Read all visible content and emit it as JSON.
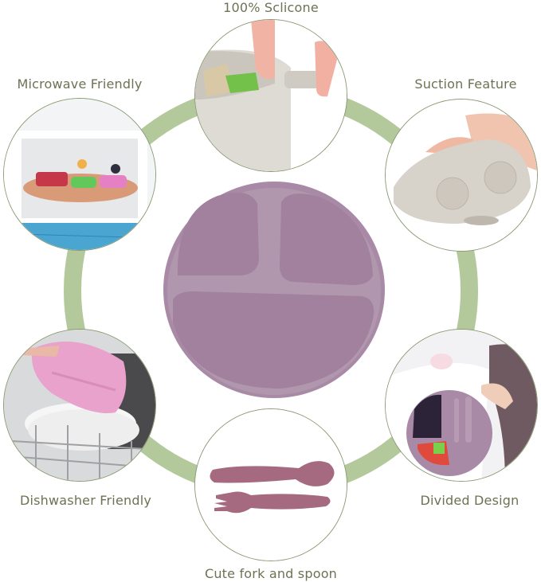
{
  "features": [
    {
      "id": "silicone",
      "label": "100% Sclicone"
    },
    {
      "id": "microwave",
      "label": "Microwave Friendly"
    },
    {
      "id": "suction",
      "label": "Suction Feature"
    },
    {
      "id": "dishwasher",
      "label": "Dishwasher Friendly"
    },
    {
      "id": "divided",
      "label": "Divided Design"
    },
    {
      "id": "utensils",
      "label": "Cute fork and spoon"
    }
  ],
  "colors": {
    "ring": "#b3c99b",
    "label_text": "#6b7353",
    "plate": "#a98aa6",
    "plate_dark": "#8f6e8c",
    "utensil": "#a56a7f",
    "circle_border": "#8a9a74"
  }
}
